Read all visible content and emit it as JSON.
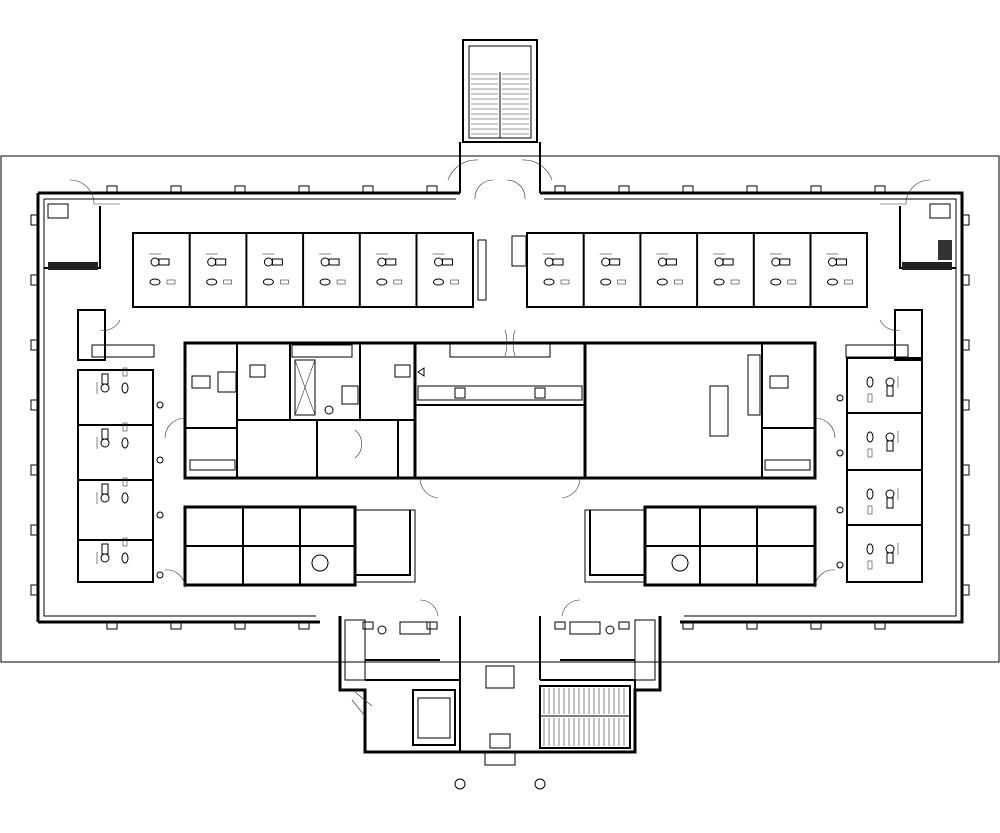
{
  "diagram": {
    "kind": "architectural-floor-plan",
    "text_labels": [],
    "components": {
      "north_stair": 1,
      "top_operatories": 12,
      "left_operatories": 4,
      "right_operatories": 4,
      "south_stair": 1,
      "elevator": 1,
      "entry_columns": 2
    }
  }
}
